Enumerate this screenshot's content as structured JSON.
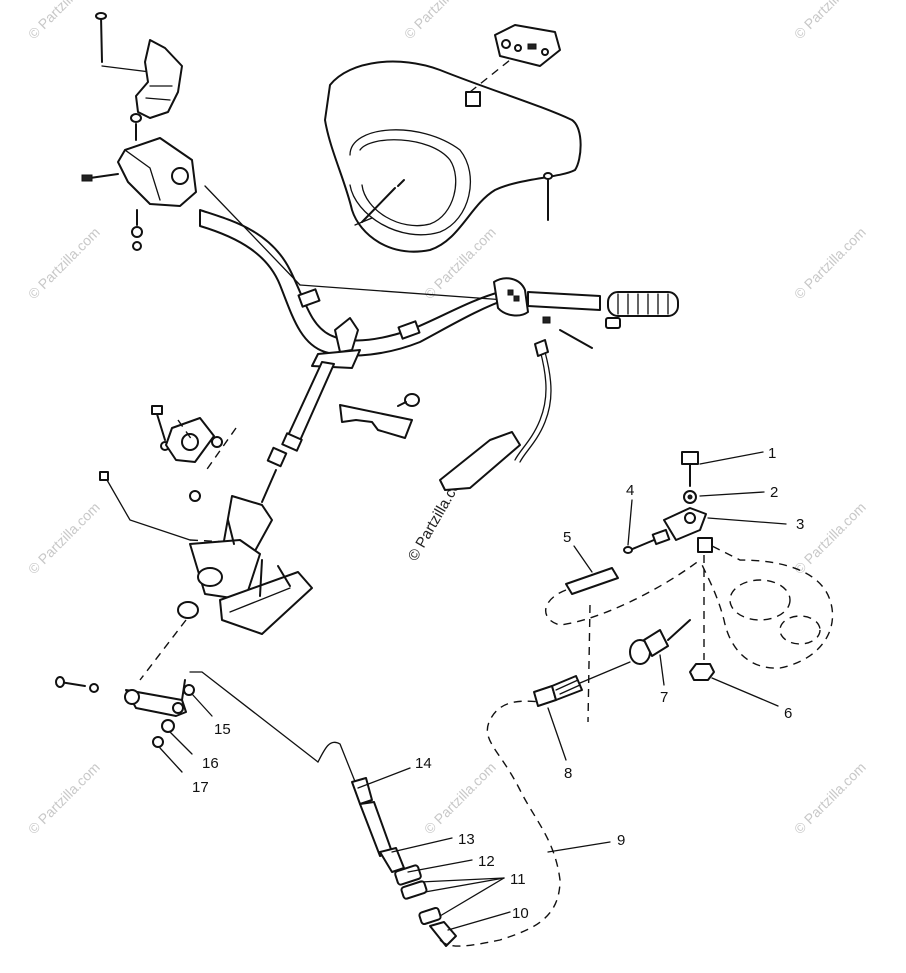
{
  "watermark": {
    "text": "© Partzilla.com",
    "center_text": "© Partzilla.com"
  },
  "callouts": [
    {
      "id": "1",
      "label": "1"
    },
    {
      "id": "2",
      "label": "2"
    },
    {
      "id": "3",
      "label": "3"
    },
    {
      "id": "4",
      "label": "4"
    },
    {
      "id": "5",
      "label": "5"
    },
    {
      "id": "6",
      "label": "6"
    },
    {
      "id": "7",
      "label": "7"
    },
    {
      "id": "8",
      "label": "8"
    },
    {
      "id": "9",
      "label": "9"
    },
    {
      "id": "10",
      "label": "10"
    },
    {
      "id": "11",
      "label": "11"
    },
    {
      "id": "12",
      "label": "12"
    },
    {
      "id": "13",
      "label": "13"
    },
    {
      "id": "14",
      "label": "14"
    },
    {
      "id": "15",
      "label": "15"
    },
    {
      "id": "16",
      "label": "16"
    },
    {
      "id": "17",
      "label": "17"
    }
  ]
}
